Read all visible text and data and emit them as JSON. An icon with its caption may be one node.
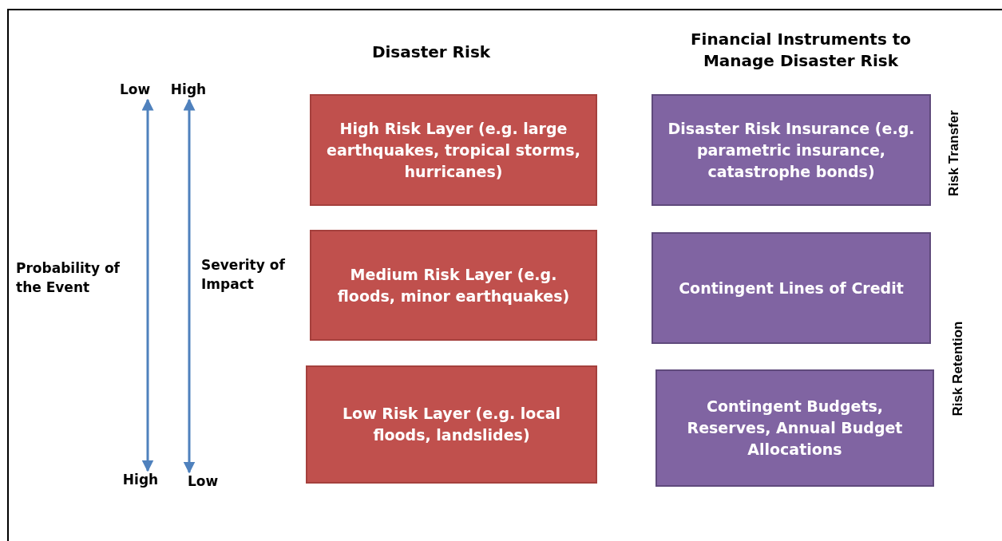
{
  "diagram": {
    "nodes": [
      {
        "text": [
          "Low"
        ]
      },
      {
        "text": [
          "High"
        ]
      },
      {
        "text": [
          "High"
        ]
      },
      {
        "text": [
          "Low"
        ]
      },
      {
        "text": [
          "High Risk Layer (e.g. large earthquakes, tropical storms, hurricanes)"
        ]
      },
      {
        "text": [
          "Medium Risk Layer (e.g. floods, minor earthquakes)"
        ]
      },
      {
        "text": [
          "Low Risk Layer (e.g. local floods, landslides)"
        ]
      },
      {
        "text": [
          "Disaster Risk Insurance (e.g. parametric insurance, catastrophe bonds)"
        ]
      },
      {
        "text": [
          "Contingent Lines of Credit"
        ]
      },
      {
        "text": [
          "Contingent Budgets, Reserves, Annual Budget Allocations"
        ]
      }
    ],
    "edges": [
      {
        "from": 0,
        "to": 2,
        "arrow": "both"
      },
      {
        "from": 1,
        "to": 3,
        "arrow": "both"
      }
    ],
    "labels": [
      "Disaster Risk",
      "Financial Instruments to Manage Disaster Risk",
      "Probability of the Event",
      "Severity of Impact",
      "Risk Transfer",
      "Risk Retention"
    ]
  }
}
